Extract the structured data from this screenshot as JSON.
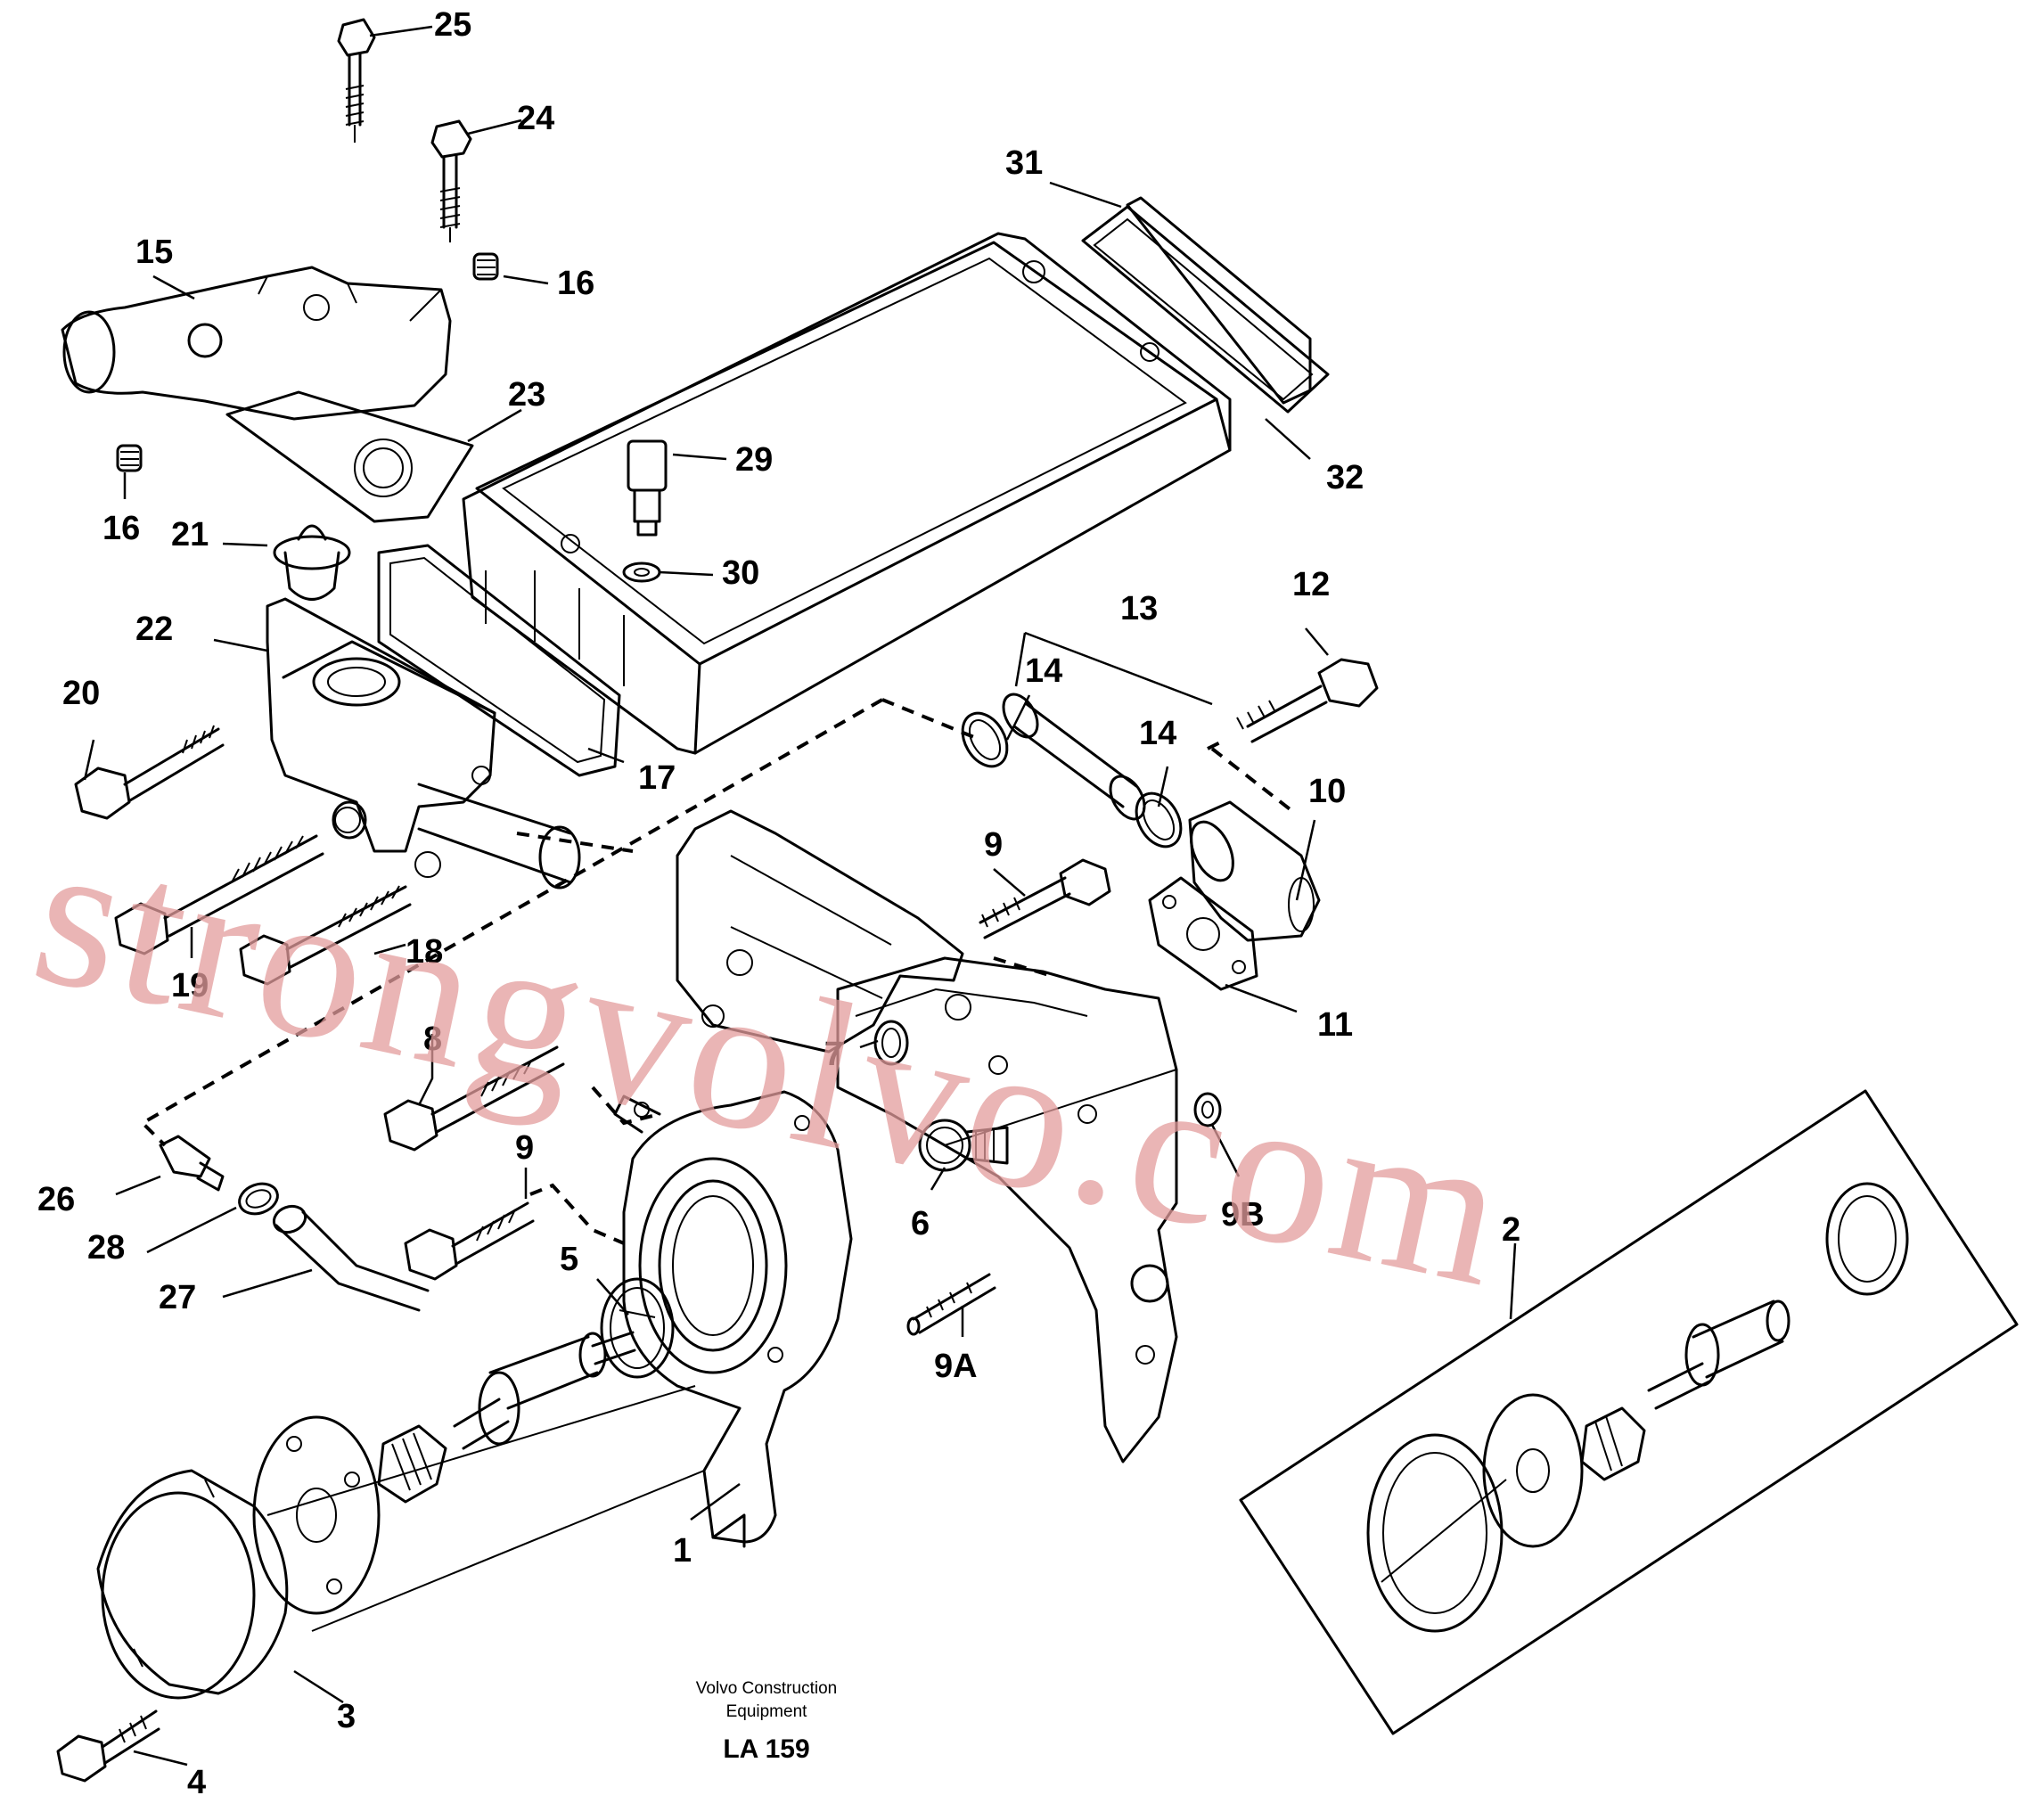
{
  "callouts": [
    "25",
    "24",
    "31",
    "15",
    "16",
    "23",
    "16",
    "29",
    "32",
    "21",
    "30",
    "22",
    "13",
    "12",
    "20",
    "14",
    "17",
    "14",
    "10",
    "9",
    "19",
    "18",
    "11",
    "7",
    "8",
    "9B",
    "26",
    "9",
    "6",
    "2",
    "28",
    "5",
    "27",
    "9A",
    "1",
    "3",
    "4"
  ],
  "caption": {
    "line1": "Volvo Construction",
    "line2": "Equipment",
    "code": "LA 159"
  },
  "watermark": "strongvolvo.com"
}
